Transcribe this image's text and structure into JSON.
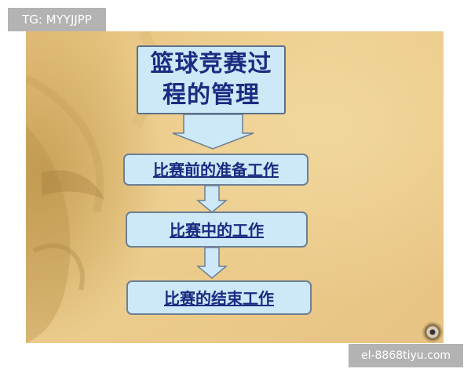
{
  "badge": {
    "text": "TG: MYYJJPP"
  },
  "watermark": {
    "text": "el-8868tiyu.com"
  },
  "diagram": {
    "title_lines": [
      "篮球竞赛过",
      "程的管理"
    ],
    "steps": [
      "比赛前的准备工作",
      "比赛中的工作",
      "比赛的结束工作"
    ]
  },
  "colors": {
    "box_fill": "#cde8f6",
    "text": "#1c2b82",
    "arrow": "#cde8f6",
    "slide_background": "#e8c585"
  },
  "icons": {
    "corner": "disc-icon"
  }
}
